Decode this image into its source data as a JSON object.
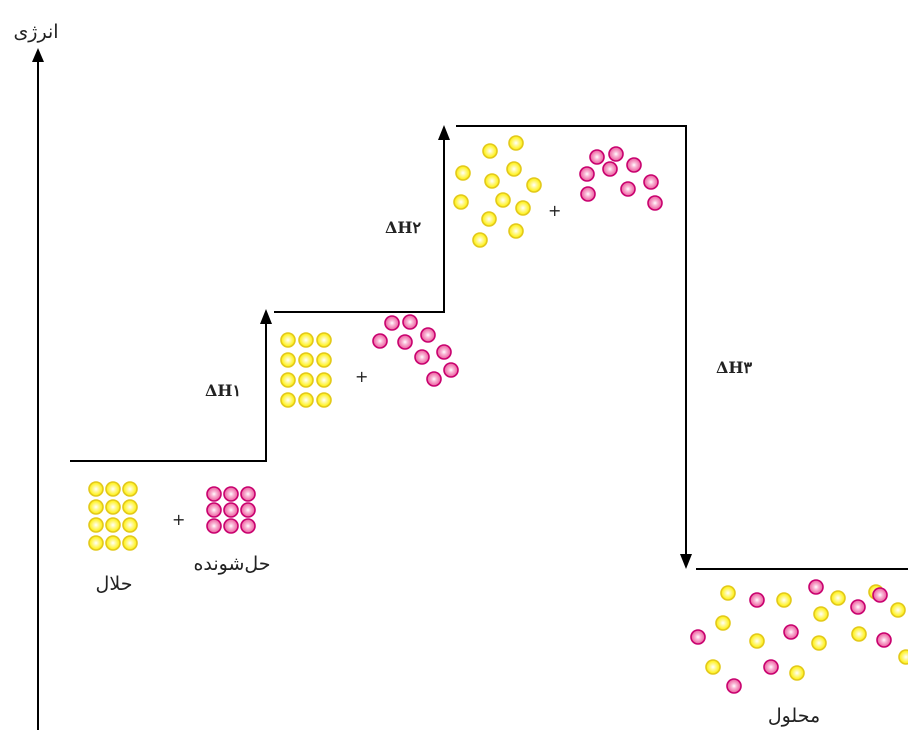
{
  "axis": {
    "label": "انرژی"
  },
  "labels": {
    "solvent": "حلال",
    "solute": "حل‌شونده",
    "solution": "محلول",
    "plus": "+"
  },
  "enthalpy_steps": {
    "dh1": "ΔH۱",
    "dh2": "ΔH۲",
    "dh3": "ΔH۳"
  },
  "colors": {
    "solvent_fill": "#fff230",
    "solvent_stroke": "#e2c81a",
    "solute_fill": "#f06aa8",
    "solute_stroke": "#c8006e",
    "line": "#000000"
  }
}
